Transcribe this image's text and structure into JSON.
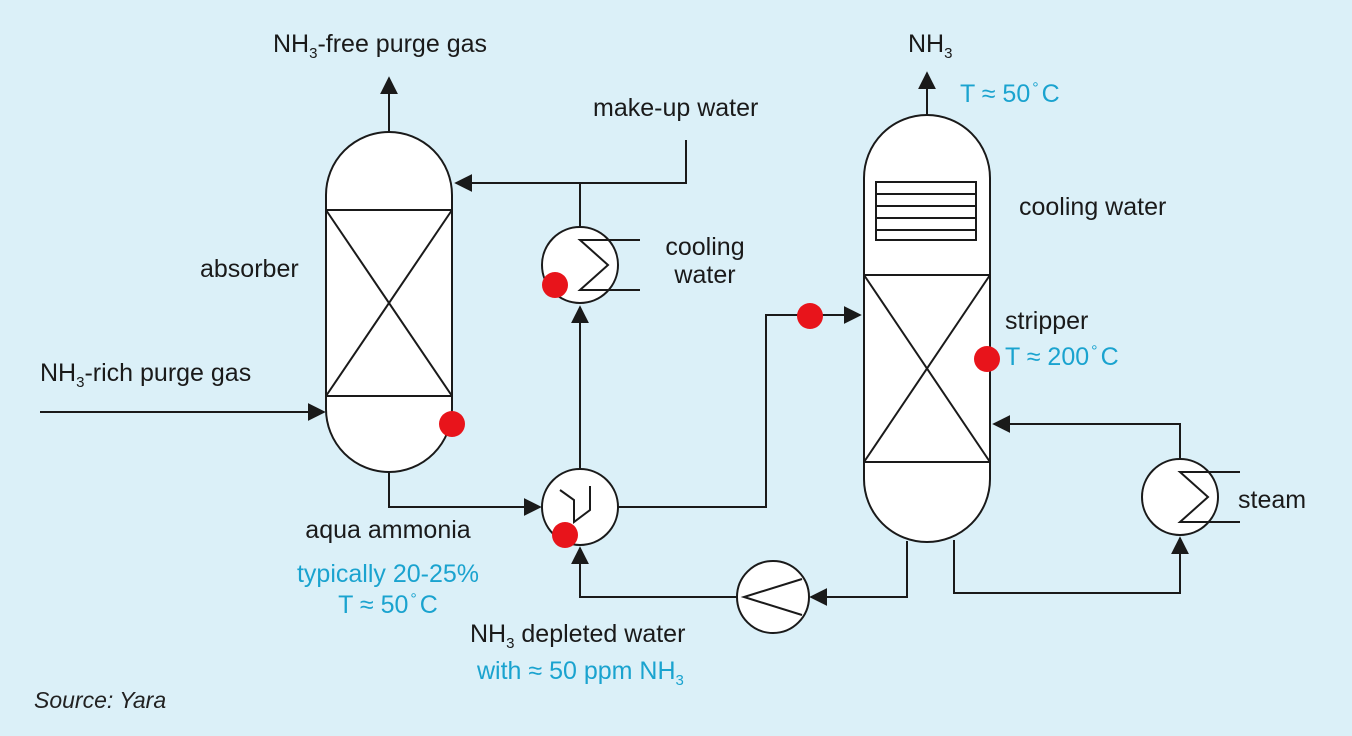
{
  "labels": {
    "nh3_free_purge": {
      "pre": "NH",
      "sub": "3",
      "post": "-free purge gas"
    },
    "nh3_top": {
      "pre": "NH",
      "sub": "3"
    },
    "t_top": {
      "pre": "T ≈ 50",
      "deg": "°",
      "post": "C"
    },
    "makeup_water": "make-up water",
    "cooling_water_1_line1": "cooling",
    "cooling_water_1_line2": "water",
    "cooling_water_2": "cooling water",
    "absorber": "absorber",
    "nh3_rich_purge": {
      "pre": "NH",
      "sub": "3",
      "post": "-rich purge gas"
    },
    "stripper": "stripper",
    "t_stripper": {
      "pre": "T ≈ 200",
      "deg": "°",
      "post": "C"
    },
    "steam": "steam",
    "aqua_ammonia": "aqua ammonia",
    "typically": "typically 20-25%",
    "t_aqua": {
      "pre": "T ≈ 50",
      "deg": "°",
      "post": "C"
    },
    "depleted_water": {
      "pre": "NH",
      "sub": "3",
      "post": " depleted water"
    },
    "with_ppm": {
      "pre": "with ≈ 50 ppm NH",
      "sub": "3"
    },
    "source": "Source: Yara"
  },
  "colors": {
    "background": "#dbf0f8",
    "line": "#1a1a1a",
    "accent_blue": "#1aa3cf",
    "marker_red": "#e8141b",
    "vessel_fill": "#ffffff"
  }
}
